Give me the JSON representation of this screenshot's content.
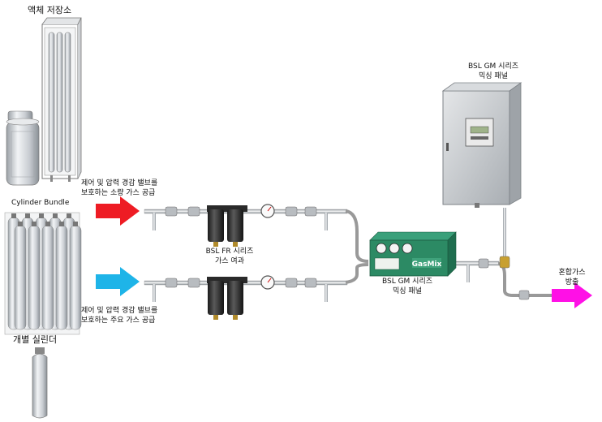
{
  "labels": {
    "liquid_storage": "액체 저장소",
    "cylinder_bundle": "Cylinder Bundle",
    "individual_cylinder": "개별 실린더",
    "minor_gas": [
      "제어 및 압력 경감 밸브를",
      "보호하는 소량 가스 공급"
    ],
    "main_gas": [
      "제어 및 압력 경감 밸브를",
      "보호하는 주요 가스 공급"
    ],
    "filter": [
      "BSL FR 시리즈",
      "가스 여과"
    ],
    "mixing_panel_top": [
      "BSL GM 시리즈",
      "믹싱 패널"
    ],
    "mixing_panel_mid": [
      "BSL GM 시리즈",
      "믹싱 패널"
    ],
    "output": [
      "혼합가스",
      "방출"
    ]
  },
  "colors": {
    "minor_arrow": "#ee1c24",
    "main_arrow": "#1eb4e8",
    "output_arrow": "#ff10e6",
    "panel_body": "#c9cdd0",
    "mixer_body": "#2c8a64"
  },
  "icons": {
    "liquid_storage": "liquid-storage-tank-icon",
    "cylinder_bundle": "cylinder-bundle-icon",
    "cylinder": "gas-cylinder-icon",
    "filter": "gas-filter-icon",
    "mixing_panel": "mixing-panel-cabinet-icon",
    "mixer": "gasmix-mixer-unit-icon"
  }
}
